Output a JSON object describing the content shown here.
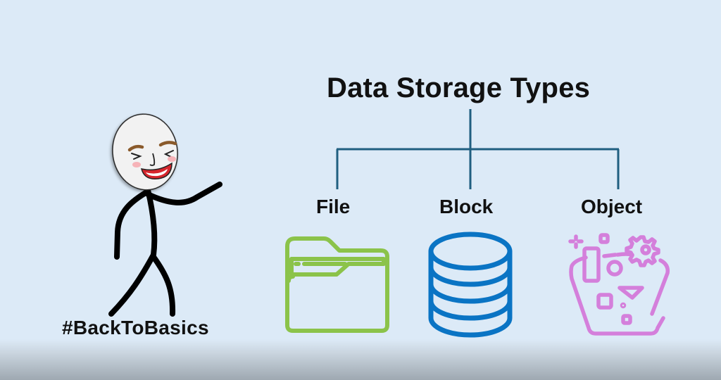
{
  "diagram": {
    "title": "Data Storage Types",
    "branches": [
      {
        "label": "File",
        "icon": "folder-icon",
        "color": "#8bc34a"
      },
      {
        "label": "Block",
        "icon": "database-icon",
        "color": "#0a74c4"
      },
      {
        "label": "Object",
        "icon": "object-storage-icon",
        "color": "#d47fdb"
      }
    ],
    "connector_color": "#1f5f80"
  },
  "character": {
    "hashtag": "#BackToBasics",
    "icon": "laughing-stick-figure-icon"
  }
}
